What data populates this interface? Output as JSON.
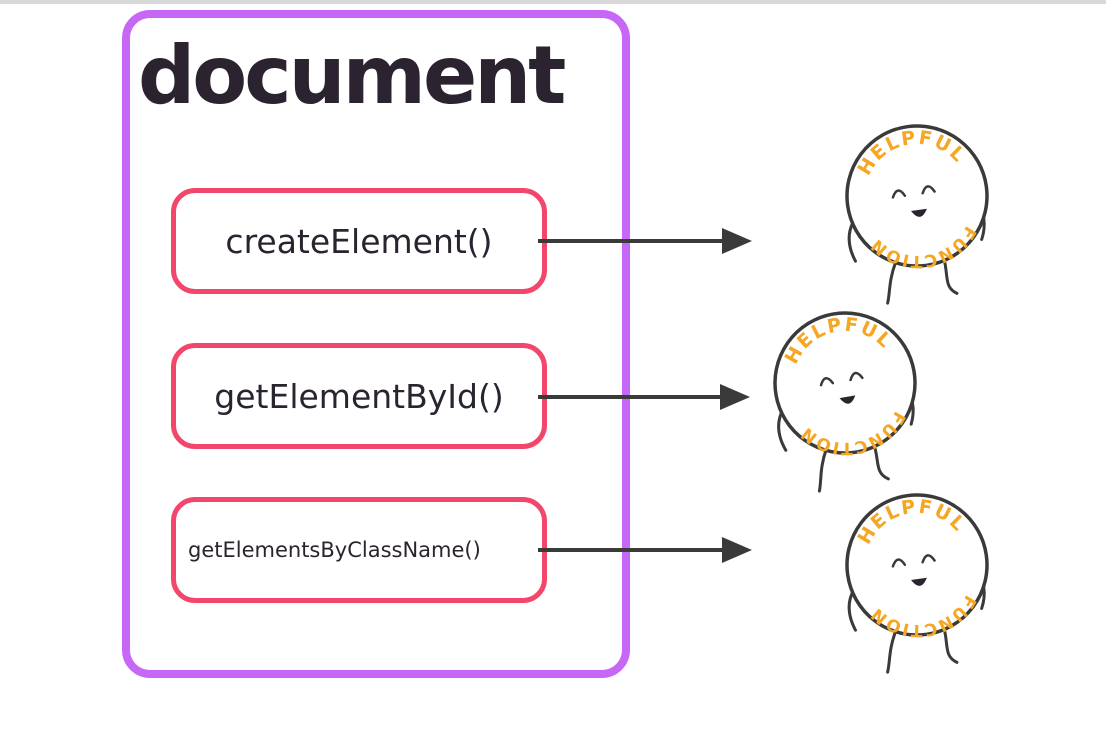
{
  "document_label": "document",
  "methods": [
    {
      "label": "createElement()"
    },
    {
      "label": "getElementById()"
    },
    {
      "label": "getElementsByClassName()"
    }
  ],
  "helper": {
    "top_text": "HELPFUL",
    "bottom_text": "FUNCTION"
  },
  "colors": {
    "document_border": "#c668f5",
    "method_border": "#f2466a",
    "arrow": "#3a3a3a",
    "helper_text": "#f5a623",
    "helper_outline": "#3a3a3a"
  }
}
